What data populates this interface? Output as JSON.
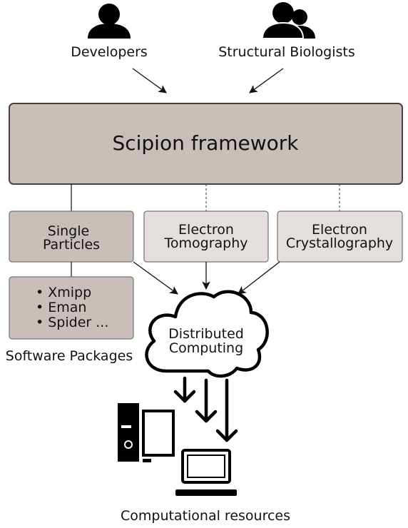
{
  "actors": {
    "developers": "Developers",
    "biologists": "Structural Biologists"
  },
  "framework": {
    "title": "Scipion framework"
  },
  "modules": {
    "single_particles": [
      "Single",
      "Particles"
    ],
    "electron_tomography": [
      "Electron",
      "Tomography"
    ],
    "electron_crystallography": [
      "Electron",
      "Crystallography"
    ]
  },
  "software_packages": {
    "items": [
      "• Xmipp",
      "• Eman",
      "• Spider ..."
    ],
    "caption": "Software Packages"
  },
  "cloud": {
    "lines": [
      "Distributed",
      "Computing"
    ]
  },
  "resources": {
    "caption": "Computational resources"
  },
  "colors": {
    "framework_fill": "#c8bfba",
    "framework_stroke": "#4a4040",
    "active_module_fill": "#c8bfba",
    "inactive_module_fill": "#e4dfdc",
    "module_stroke": "#7a7070",
    "ink": "#111111"
  },
  "icons": [
    "person-icon",
    "people-group-icon",
    "cloud-icon",
    "desktop-computer-icon",
    "laptop-icon"
  ]
}
